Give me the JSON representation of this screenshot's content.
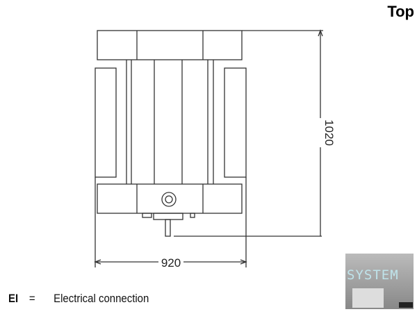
{
  "view_title": "Top",
  "dimensions": {
    "width": "920",
    "depth": "1020"
  },
  "legend": [
    {
      "code": "EI",
      "equals": "=",
      "description": "Electrical connection"
    }
  ],
  "logo_text": "SYSTEM"
}
